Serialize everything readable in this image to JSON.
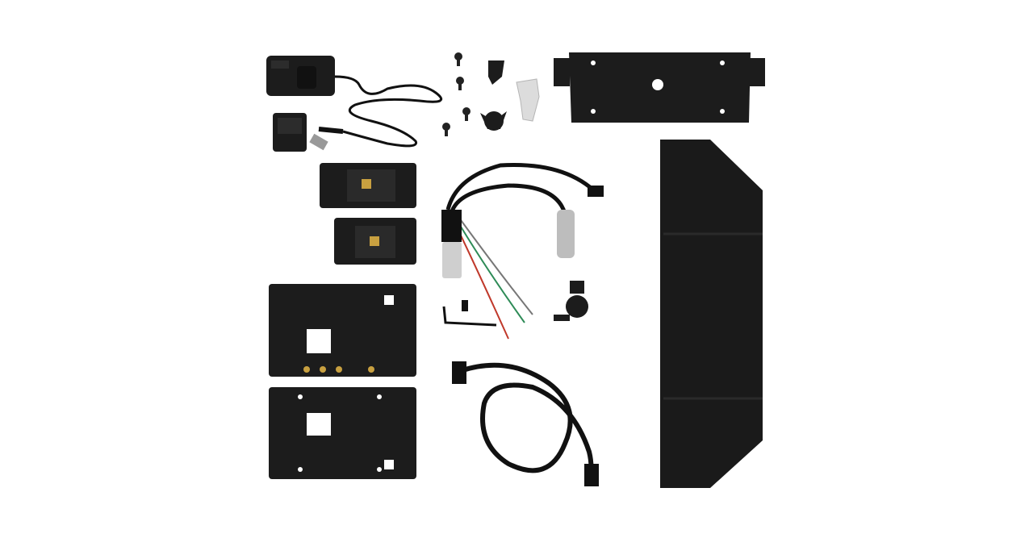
{
  "photo": {
    "background_color": "#ffffff",
    "primary_color": "#1c1c1c",
    "wire_colors": {
      "red": "#c0392b",
      "green": "#2e8b57",
      "white": "#e8e8e8",
      "black": "#111111"
    },
    "hmdi_label": "",
    "items": [
      "power-adapter",
      "adapter-plug",
      "screws",
      "thumb-knobs",
      "key",
      "mounting-bracket",
      "battery-plate-top",
      "battery-plate-bottom",
      "cable-breakout",
      "back-plate-textured",
      "back-plate-flat",
      "allen-key",
      "grub-screw",
      "ball-head-mount",
      "hdmi-cable",
      "sun-hood"
    ]
  }
}
